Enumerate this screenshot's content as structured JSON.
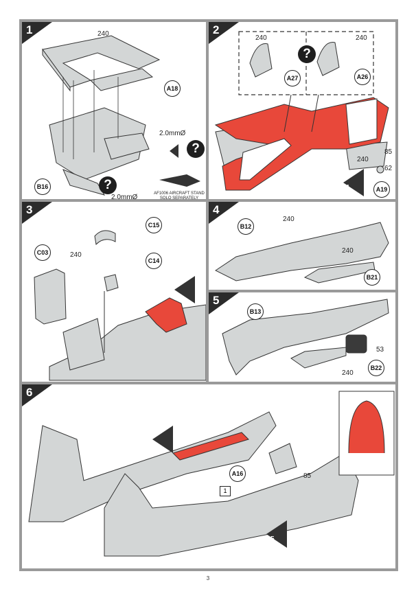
{
  "steps": {
    "s1": {
      "number": "1",
      "parts": {
        "a18": "A18",
        "b16": "B16"
      },
      "glue": "240",
      "drill_top": "2.0mmØ",
      "drill_bottom": "2.0mmØ",
      "stand_note": "AF1006 AIRCRAFT STAND\nSOLO SEPARATELY",
      "question": "?"
    },
    "s2": {
      "number": "2",
      "parts": {
        "a27": "A27",
        "a26": "A26",
        "a19": "A19"
      },
      "glue_a": "240",
      "glue_b": "240",
      "glue_c": "240",
      "paint_a": "85",
      "paint_b": "62",
      "question": "?",
      "ref": "1"
    },
    "s3": {
      "number": "3",
      "parts": {
        "c15": "C15",
        "c03": "C03",
        "c14": "C14"
      },
      "glue": "240",
      "ref": "2"
    },
    "s4": {
      "number": "4",
      "parts": {
        "b12": "B12",
        "b21": "B21"
      },
      "glue_a": "240",
      "glue_b": "240"
    },
    "s5": {
      "number": "5",
      "parts": {
        "b13": "B13",
        "b22": "B22"
      },
      "glue": "240",
      "paint": "53"
    },
    "s6": {
      "number": "6",
      "parts": {
        "a16": "A16"
      },
      "paint": "85",
      "decal": "1",
      "ref_a": "4",
      "ref_b": "5"
    }
  },
  "page_number": "3",
  "colors": {
    "accent": "#e8483a",
    "plastic": "#d3d6d6",
    "frame": "#9a9a9a",
    "ink": "#2b2b2b"
  }
}
